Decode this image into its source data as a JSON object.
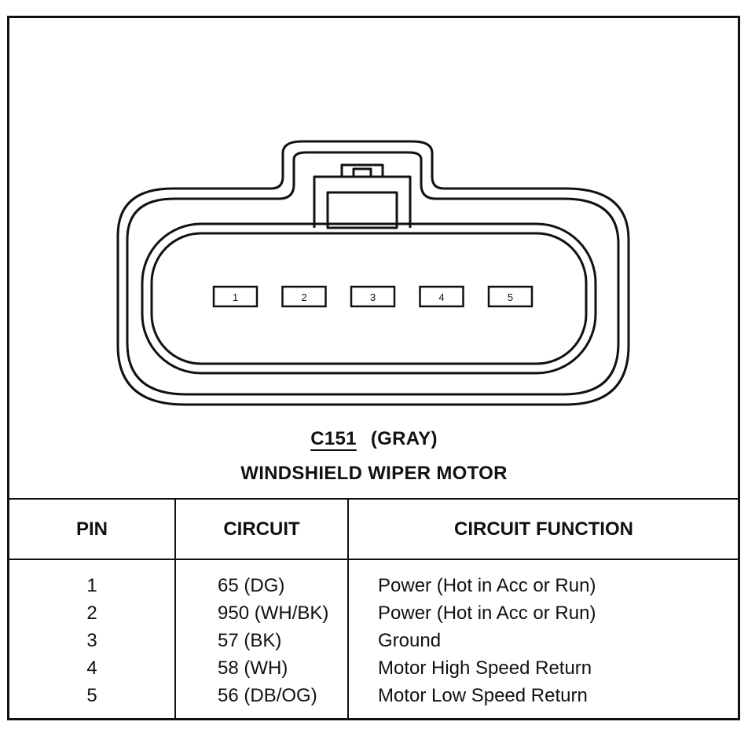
{
  "connector": {
    "id": "C151",
    "color_text": "(GRAY)",
    "name": "WINDSHIELD WIPER MOTOR",
    "pins": [
      "1",
      "2",
      "3",
      "4",
      "5"
    ]
  },
  "table": {
    "headers": {
      "pin": "PIN",
      "circuit": "CIRCUIT",
      "function": "CIRCUIT FUNCTION"
    },
    "rows": [
      {
        "pin": "1",
        "circuit": "65 (DG)",
        "function": "Power (Hot in Acc or Run)"
      },
      {
        "pin": "2",
        "circuit": "950 (WH/BK)",
        "function": "Power (Hot in Acc or Run)"
      },
      {
        "pin": "3",
        "circuit": "57 (BK)",
        "function": "Ground"
      },
      {
        "pin": "4",
        "circuit": "58 (WH)",
        "function": "Motor High Speed Return"
      },
      {
        "pin": "5",
        "circuit": "56 (DB/OG)",
        "function": "Motor Low Speed Return"
      }
    ]
  }
}
